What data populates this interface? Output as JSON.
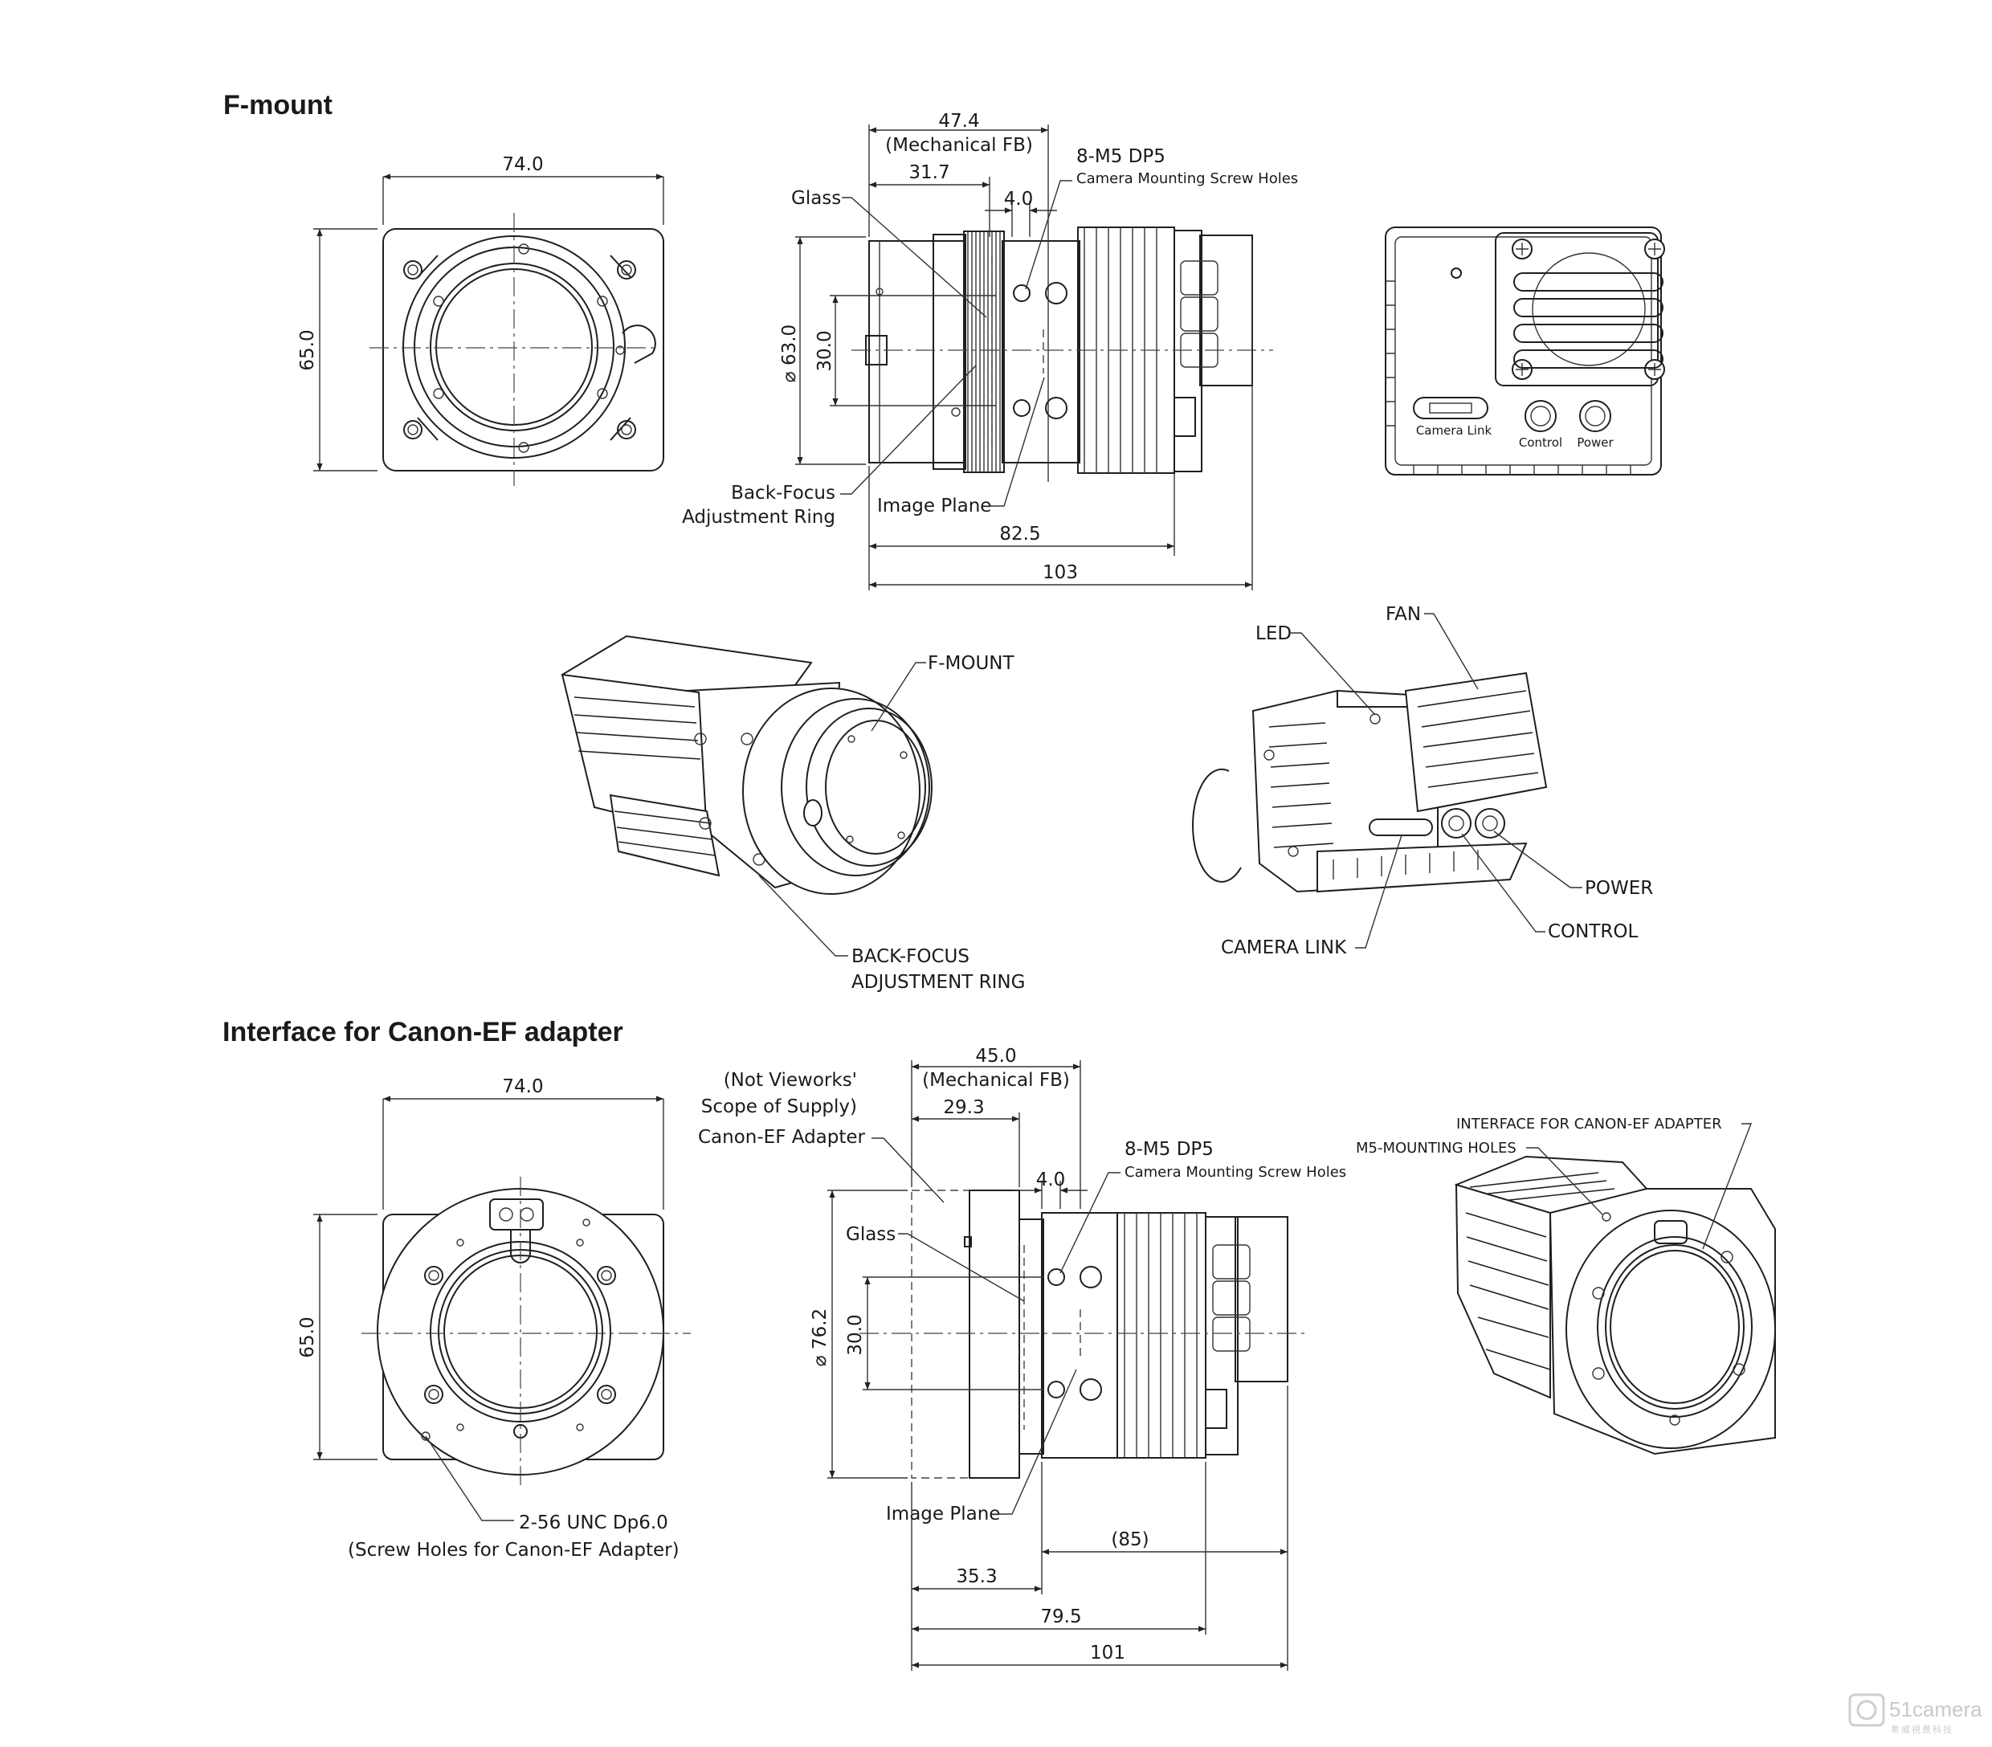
{
  "sections": {
    "fmount_title": "F-mount",
    "canon_title": "Interface for Canon-EF adapter"
  },
  "fmount": {
    "front": {
      "width": "74.0",
      "height": "65.0"
    },
    "side": {
      "fb_value": "47.4",
      "fb_label": "(Mechanical FB)",
      "dim_31_7": "31.7",
      "dim_4_0": "4.0",
      "screw_title": "8-M5 DP5",
      "screw_sub": "Camera Mounting Screw Holes",
      "glass": "Glass",
      "dia": "⌀ 63.0",
      "dim_30_0": "30.0",
      "backfocus_1": "Back-Focus",
      "backfocus_2": "Adjustment Ring",
      "image_plane": "Image Plane",
      "dim_82_5": "82.5",
      "dim_103": "103"
    },
    "rear": {
      "camera_link": "Camera Link",
      "control": "Control",
      "power": "Power"
    },
    "iso_left": {
      "fmount": "F-MOUNT",
      "backfocus_1": "BACK-FOCUS",
      "backfocus_2": "ADJUSTMENT RING"
    },
    "iso_right": {
      "led": "LED",
      "fan": "FAN",
      "power": "POWER",
      "control": "CONTROL",
      "camera_link": "CAMERA LINK"
    }
  },
  "canon": {
    "front": {
      "width": "74.0",
      "height": "65.0",
      "screw_1": "2-56 UNC Dp6.0",
      "screw_2": "(Screw Holes for Canon-EF Adapter)"
    },
    "side": {
      "not_supply_1": "(Not Vieworks'",
      "not_supply_2": "Scope of Supply)",
      "adapter": "Canon-EF Adapter",
      "fb_value": "45.0",
      "fb_label": "(Mechanical FB)",
      "dim_29_3": "29.3",
      "dim_4_0": "4.0",
      "screw_title": "8-M5 DP5",
      "screw_sub": "Camera Mounting Screw Holes",
      "glass": "Glass",
      "dia": "⌀ 76.2",
      "dim_30_0": "30.0",
      "image_plane": "Image Plane",
      "dim_85": "(85)",
      "dim_35_3": "35.3",
      "dim_79_5": "79.5",
      "dim_101": "101"
    },
    "iso": {
      "interface": "INTERFACE FOR CANON-EF ADAPTER",
      "m5": "M5-MOUNTING HOLES"
    }
  },
  "watermark": {
    "brand": "51camera",
    "sub": "希威視覺科技"
  }
}
